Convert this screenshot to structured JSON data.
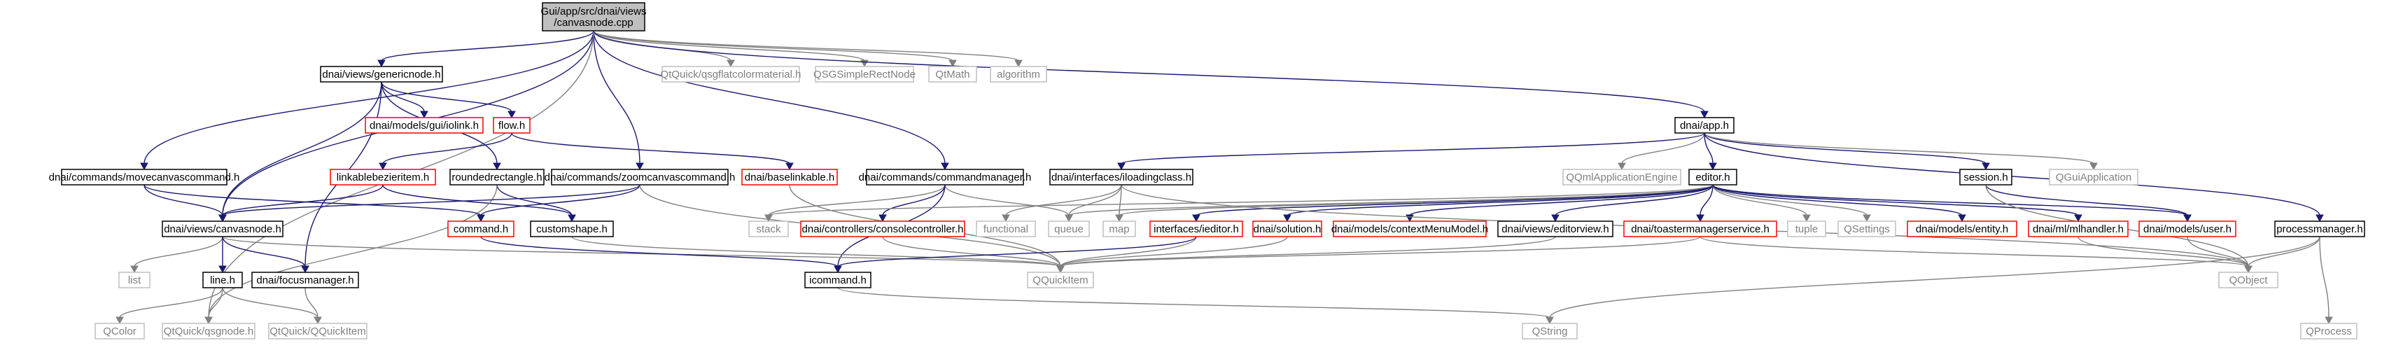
{
  "colors": {
    "root_fill": "#bfbfbf",
    "root_stroke": "#000000",
    "header_stroke": "#000000",
    "incomplete_stroke": "#ff0000",
    "external_stroke": "#bfbfbf",
    "text": "#000000",
    "external_text": "#808080",
    "edge": "#191970",
    "edge_external": "#808080"
  },
  "nodes": {
    "root": [
      "Gui/app/src/dnai/views",
      "/canvasnode.cpp"
    ],
    "genericnode": [
      "dnai/views/genericnode.h"
    ],
    "flatcolor": [
      "QtQuick/qsgflatcolormaterial.h"
    ],
    "qsgsimplerect": [
      "QSGSimpleRectNode"
    ],
    "qtmath": [
      "QtMath"
    ],
    "algorithm": [
      "algorithm"
    ],
    "iolink": [
      "dnai/models/gui/iolink.h"
    ],
    "flow": [
      "flow.h"
    ],
    "app": [
      "dnai/app.h"
    ],
    "movecanvas": [
      "dnai/commands/movecanvascommand.h"
    ],
    "linkablebezier": [
      "linkablebezieritem.h"
    ],
    "roundedrect": [
      "roundedrectangle.h"
    ],
    "zoomcanvas": [
      "dnai/commands/zoomcanvascommand.h"
    ],
    "baselinkable": [
      "dnai/baselinkable.h"
    ],
    "commandmanager": [
      "dnai/commands/commandmanager.h"
    ],
    "iloadingclass": [
      "dnai/interfaces/iloadingclass.h"
    ],
    "qqmlengine": [
      "QQmlApplicationEngine"
    ],
    "editor": [
      "editor.h"
    ],
    "session": [
      "session.h"
    ],
    "qguiapp": [
      "QGuiApplication"
    ],
    "processmanager": [
      "processmanager.h"
    ],
    "canvasnode": [
      "dnai/views/canvasnode.h"
    ],
    "command": [
      "command.h"
    ],
    "customshape": [
      "customshape.h"
    ],
    "stack": [
      "stack"
    ],
    "consolecontroller": [
      "dnai/controllers/consolecontroller.h"
    ],
    "functional": [
      "functional"
    ],
    "queue": [
      "queue"
    ],
    "map": [
      "map"
    ],
    "ieditor": [
      "interfaces/ieditor.h"
    ],
    "solution": [
      "dnai/solution.h"
    ],
    "contextmenu": [
      "dnai/models/contextMenuModel.h"
    ],
    "editorview": [
      "dnai/views/editorview.h"
    ],
    "toaster": [
      "dnai/toastermanagerservice.h"
    ],
    "tuple": [
      "tuple"
    ],
    "qsettings": [
      "QSettings"
    ],
    "entity": [
      "dnai/models/entity.h"
    ],
    "mlhandler": [
      "dnai/ml/mlhandler.h"
    ],
    "user": [
      "dnai/models/user.h"
    ],
    "list": [
      "list"
    ],
    "line": [
      "line.h"
    ],
    "focusmanager": [
      "dnai/focusmanager.h"
    ],
    "icommand": [
      "icommand.h"
    ],
    "qquickitem": [
      "QQuickItem"
    ],
    "qobject": [
      "QObject"
    ],
    "qprocess": [
      "QProcess"
    ],
    "qcolor": [
      "QColor"
    ],
    "qsgnode": [
      "QtQuick/qsgnode.h"
    ],
    "qtquickitem": [
      "QtQuick/QQuickItem"
    ],
    "qstring": [
      "QString"
    ]
  }
}
